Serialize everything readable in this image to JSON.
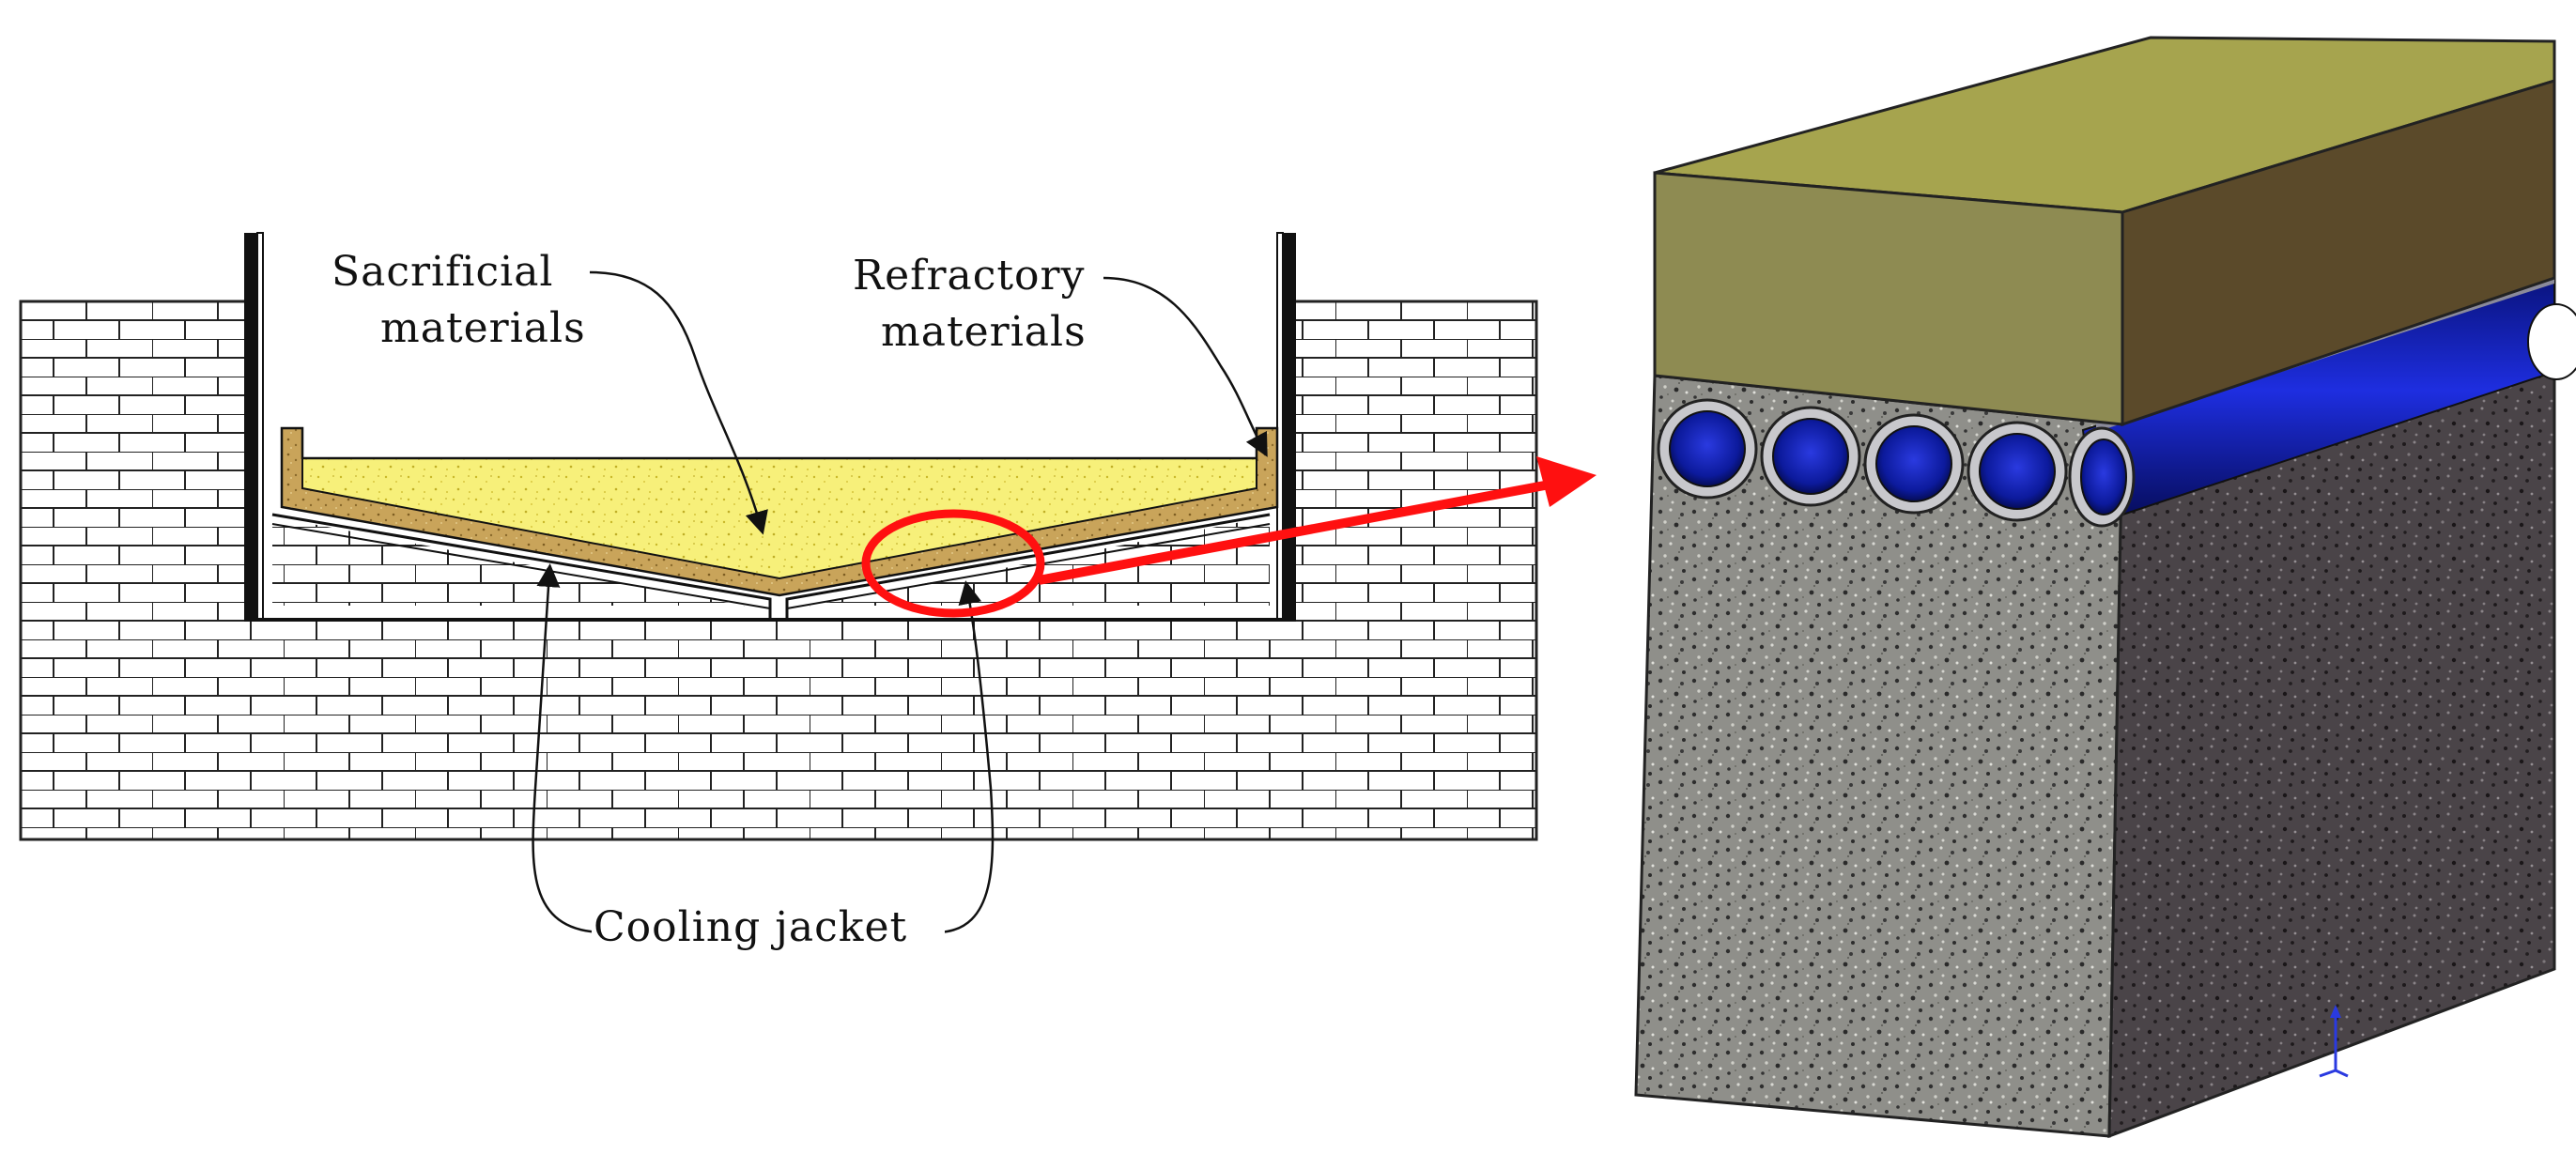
{
  "labels": {
    "sacrificial_line1": "Sacrificial",
    "sacrificial_line2": "materials",
    "refractory_line1": "Refractory",
    "refractory_line2": "materials",
    "cooling_jacket": "Cooling jacket"
  },
  "colors": {
    "sacrificial_fill": "#f7f07a",
    "refractory_fill": "#c9a45a",
    "highlight_red": "#ff1010",
    "concrete_front": "#8f8f8a",
    "concrete_side": "#4a4448",
    "top_slab_front": "#8e8b52",
    "top_slab_top": "#a6a44e",
    "top_slab_side": "#5b4a2a",
    "cooling_pipe_blue": "#0a1aa0"
  },
  "icons": {
    "arrow": "red-arrow-icon",
    "axis_triad": "axis-triad-icon"
  }
}
